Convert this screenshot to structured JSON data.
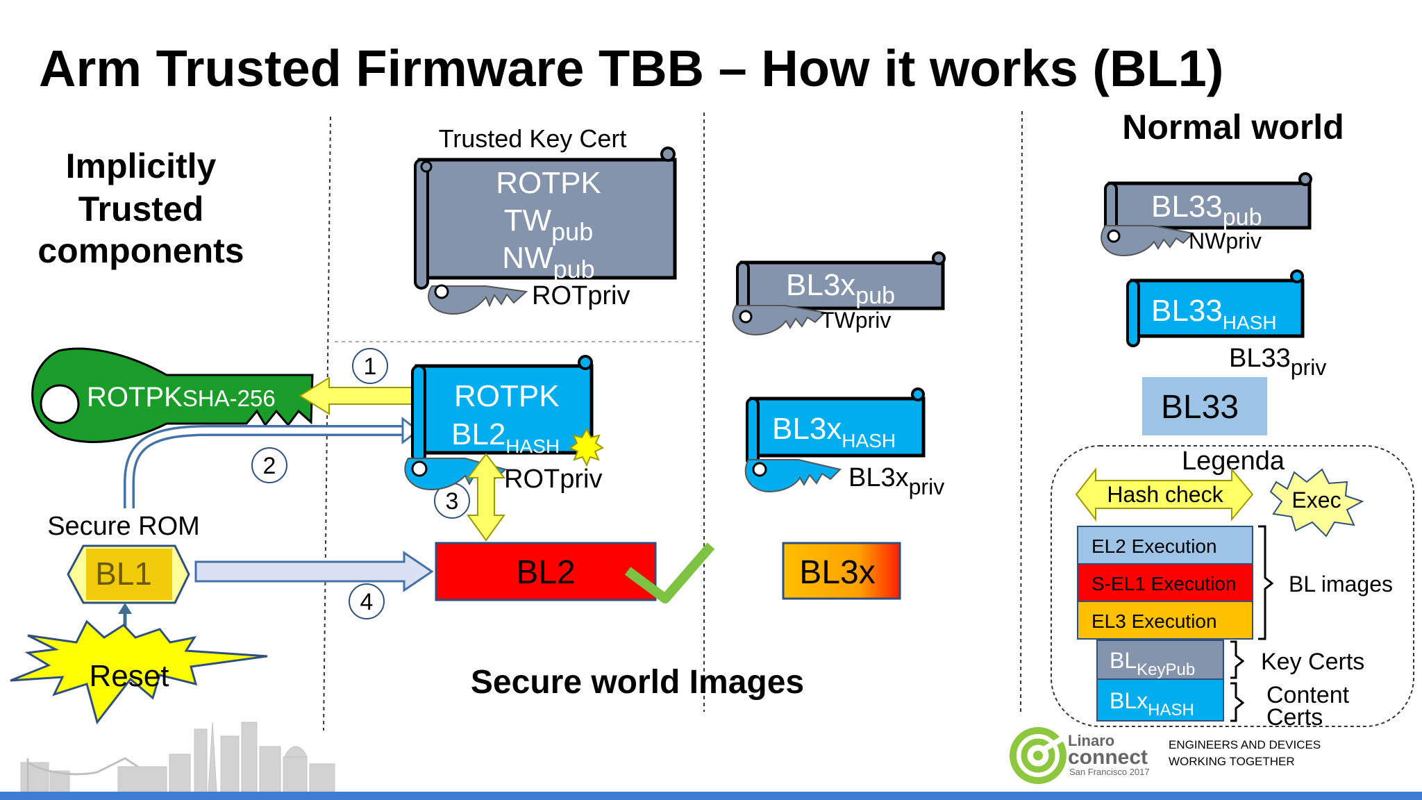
{
  "slide": {
    "title": "Arm Trusted Firmware TBB – How it works (BL1)",
    "sections": {
      "implicit_line1": "Implicitly",
      "implicit_line2": "Trusted",
      "implicit_line3": "components",
      "normal_world": "Normal world",
      "secure_world_images": "Secure world Images"
    },
    "rotpk_key": {
      "main": "ROTPK",
      "sub": "SHA-256"
    },
    "secure_rom": {
      "label": "Secure ROM",
      "bl1": "BL1",
      "reset": "Reset"
    },
    "trusted_key_cert": {
      "caption": "Trusted Key Cert",
      "line1": "ROTPK",
      "line2_main": "TW",
      "line2_sub": "pub",
      "line3_main": "NW",
      "line3_sub": "pub",
      "signing_key": "ROTpriv"
    },
    "bl2_content_cert": {
      "line1": "ROTPK",
      "line2_main": "BL2",
      "line2_sub": "HASH",
      "signing_key": "ROTpriv"
    },
    "bl2_image": "BL2",
    "bl3x_key_cert": {
      "main": "BL3x",
      "sub": "pub",
      "signing_key": "TWpriv"
    },
    "bl3x_content_cert": {
      "main": "BL3x",
      "sub": "HASH",
      "signing_main": "BL3x",
      "signing_sub": "priv"
    },
    "bl3x_image": "BL3x",
    "bl33_key_cert": {
      "main": "BL33",
      "sub": "pub",
      "signing_key": "NWpriv"
    },
    "bl33_content_cert": {
      "main": "BL33",
      "sub": "HASH",
      "signing_main": "BL33",
      "signing_sub": "priv"
    },
    "bl33_image": "BL33",
    "steps": [
      "1",
      "2",
      "3",
      "4"
    ],
    "legend": {
      "title": "Legenda",
      "hash_check": "Hash check",
      "exec": "Exec",
      "el2": "EL2 Execution",
      "sel1": "S-EL1 Execution",
      "el3": "EL3 Execution",
      "bl_images": "BL images",
      "key_main": "BL",
      "key_sub": "KeyPub",
      "hash_main": "BLx",
      "hash_sub": "HASH",
      "key_certs": "Key Certs",
      "content_line1": "Content",
      "content_line2": "Certs"
    },
    "footer": {
      "logo_line1": "Linaro",
      "logo_line2": "connect",
      "logo_line3": "San Francisco 2017",
      "tagline1": "ENGINEERS AND DEVICES",
      "tagline2": "WORKING TOGETHER"
    },
    "colors": {
      "cert_gray": "#8594ad",
      "cert_blue": "#00aeef",
      "bl2_red": "#ff0000",
      "bl33_lightblue": "#9dc3e6",
      "hash_yellow": "#ffff66",
      "exec_yellow": "#ffff99",
      "key_green": "#1a9c2a",
      "check_green": "#7dc242",
      "linaro_green": "#8dc63f",
      "bottom_bar": "#3f7dd4"
    }
  }
}
